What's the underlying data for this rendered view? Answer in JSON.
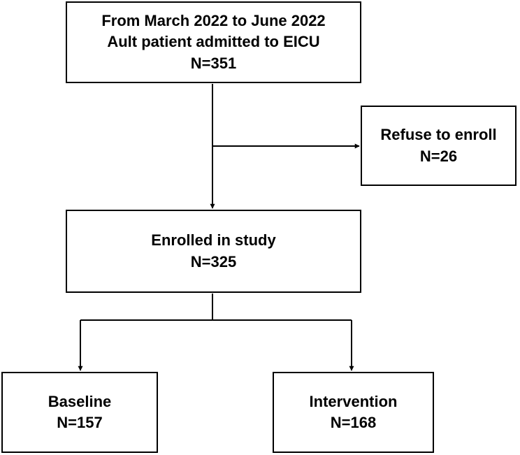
{
  "flowchart": {
    "admitted": {
      "line1": "From March 2022 to June 2022",
      "line2": "Ault patient admitted to EICU",
      "count": "N=351"
    },
    "refused": {
      "label": "Refuse to enroll",
      "count": "N=26"
    },
    "enrolled": {
      "label": "Enrolled in study",
      "count": "N=325"
    },
    "baseline": {
      "label": "Baseline",
      "count": "N=157"
    },
    "intervention": {
      "label": "Intervention",
      "count": "N=168"
    }
  },
  "colors": {
    "stroke": "#000000",
    "background": "#ffffff",
    "text": "#000000"
  }
}
